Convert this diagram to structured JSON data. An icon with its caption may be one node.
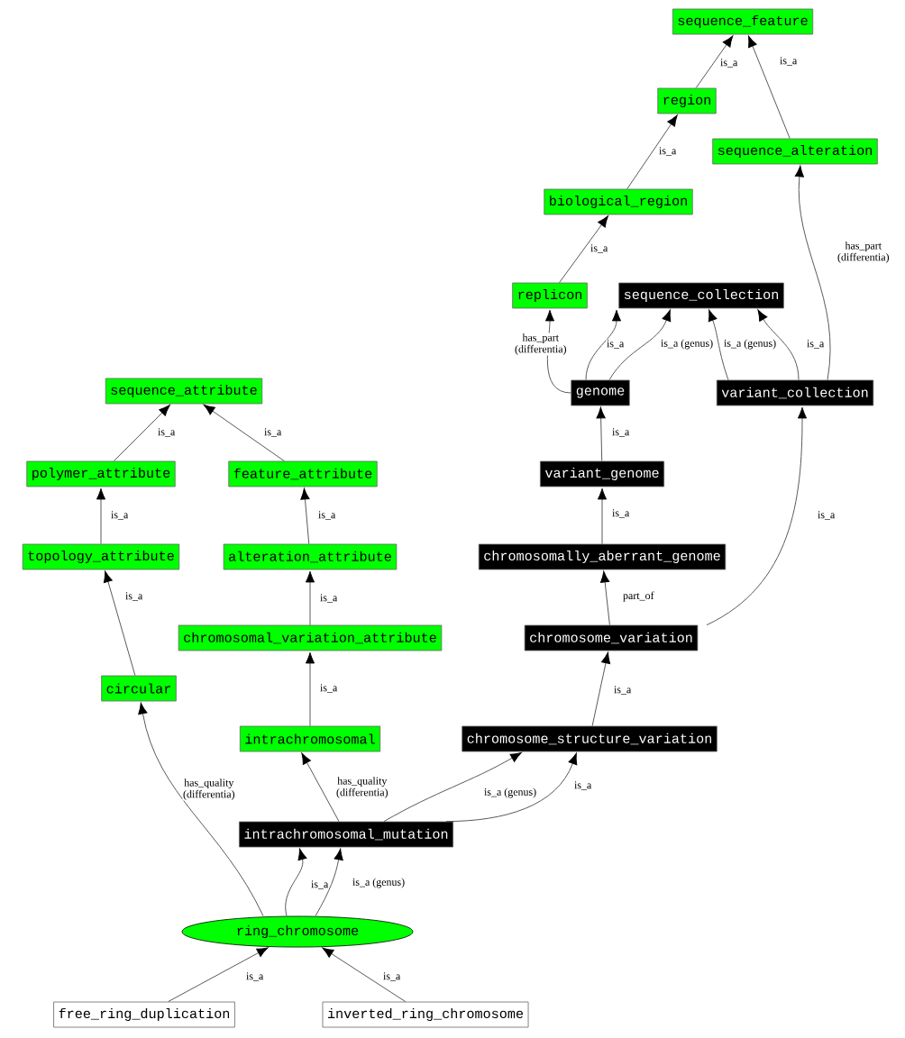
{
  "diagram": {
    "nodes": [
      {
        "text": [
          "sequence_feature"
        ]
      },
      {
        "text": [
          "region"
        ]
      },
      {
        "text": [
          "sequence_alteration"
        ]
      },
      {
        "text": [
          "biological_region"
        ]
      },
      {
        "text": [
          "replicon"
        ]
      },
      {
        "text": [
          "sequence_collection"
        ]
      },
      {
        "text": [
          "genome"
        ]
      },
      {
        "text": [
          "variant_collection"
        ]
      },
      {
        "text": [
          "sequence_attribute"
        ]
      },
      {
        "text": [
          "polymer_attribute"
        ]
      },
      {
        "text": [
          "feature_attribute"
        ]
      },
      {
        "text": [
          "topology_attribute"
        ]
      },
      {
        "text": [
          "alteration_attribute"
        ]
      },
      {
        "text": [
          "variant_genome"
        ]
      },
      {
        "text": [
          "chromosomally_aberrant_genome"
        ]
      },
      {
        "text": [
          "chromosomal_variation_attribute"
        ]
      },
      {
        "text": [
          "chromosome_variation"
        ]
      },
      {
        "text": [
          "circular"
        ]
      },
      {
        "text": [
          "intrachromosomal"
        ]
      },
      {
        "text": [
          "chromosome_structure_variation"
        ]
      },
      {
        "text": [
          "intrachromosomal_mutation"
        ]
      },
      {
        "text": [
          "ring_chromosome"
        ]
      },
      {
        "text": [
          "free_ring_duplication"
        ]
      },
      {
        "text": [
          "inverted_ring_chromosome"
        ]
      }
    ],
    "edges": [
      {
        "from": 1,
        "to": 0,
        "arrow": "to",
        "label": "is_a"
      },
      {
        "from": 2,
        "to": 0,
        "arrow": "to",
        "label": "is_a"
      },
      {
        "from": 3,
        "to": 1,
        "arrow": "to",
        "label": "is_a"
      },
      {
        "from": 4,
        "to": 3,
        "arrow": "to",
        "label": "is_a"
      },
      {
        "from": 6,
        "to": 4,
        "arrow": "to",
        "label": "has_part (differentia)"
      },
      {
        "from": 6,
        "to": 5,
        "arrow": "to",
        "label": "is_a"
      },
      {
        "from": 6,
        "to": 5,
        "arrow": "to",
        "label": "is_a (genus)"
      },
      {
        "from": 7,
        "to": 5,
        "arrow": "to",
        "label": "is_a (genus)"
      },
      {
        "from": 7,
        "to": 5,
        "arrow": "to",
        "label": "is_a"
      },
      {
        "from": 7,
        "to": 2,
        "arrow": "to",
        "label": "has_part (differentia)"
      },
      {
        "from": 9,
        "to": 8,
        "arrow": "to",
        "label": "is_a"
      },
      {
        "from": 10,
        "to": 8,
        "arrow": "to",
        "label": "is_a"
      },
      {
        "from": 11,
        "to": 9,
        "arrow": "to",
        "label": "is_a"
      },
      {
        "from": 12,
        "to": 10,
        "arrow": "to",
        "label": "is_a"
      },
      {
        "from": 13,
        "to": 6,
        "arrow": "to",
        "label": "is_a"
      },
      {
        "from": 14,
        "to": 13,
        "arrow": "to",
        "label": "is_a"
      },
      {
        "from": 16,
        "to": 14,
        "arrow": "to",
        "label": "part_of"
      },
      {
        "from": 16,
        "to": 7,
        "arrow": "to",
        "label": "is_a"
      },
      {
        "from": 15,
        "to": 12,
        "arrow": "to",
        "label": "is_a"
      },
      {
        "from": 17,
        "to": 11,
        "arrow": "to",
        "label": "is_a"
      },
      {
        "from": 18,
        "to": 15,
        "arrow": "to",
        "label": "is_a"
      },
      {
        "from": 19,
        "to": 16,
        "arrow": "to",
        "label": "is_a"
      },
      {
        "from": 20,
        "to": 18,
        "arrow": "to",
        "label": "has_quality (differentia)"
      },
      {
        "from": 20,
        "to": 19,
        "arrow": "to",
        "label": "is_a (genus)"
      },
      {
        "from": 20,
        "to": 19,
        "arrow": "to",
        "label": "is_a"
      },
      {
        "from": 21,
        "to": 17,
        "arrow": "to",
        "label": "has_quality (differentia)"
      },
      {
        "from": 21,
        "to": 20,
        "arrow": "to",
        "label": "is_a"
      },
      {
        "from": 21,
        "to": 20,
        "arrow": "to",
        "label": "is_a (genus)"
      },
      {
        "from": 22,
        "to": 21,
        "arrow": "to",
        "label": "is_a"
      },
      {
        "from": 23,
        "to": 21,
        "arrow": "to",
        "label": "is_a"
      }
    ]
  }
}
